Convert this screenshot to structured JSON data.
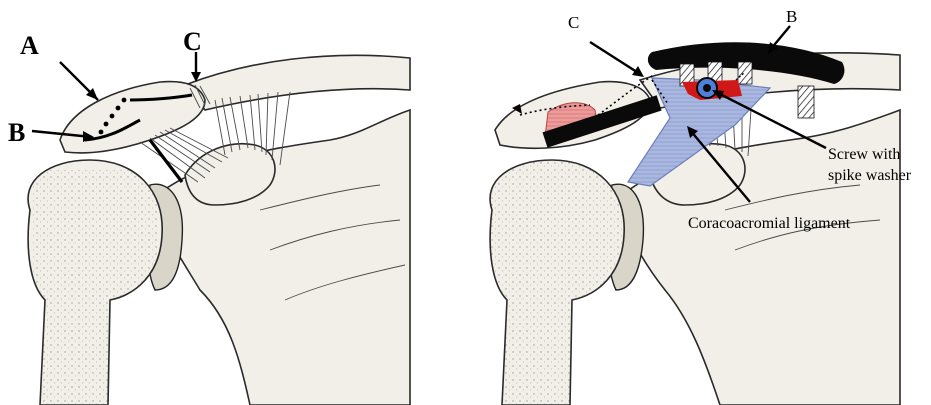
{
  "left_panel": {
    "label_a": "A",
    "label_b": "B",
    "label_c": "C"
  },
  "right_panel": {
    "label_c": "C",
    "label_b": "B",
    "screw_label_line1": "Screw with",
    "screw_label_line2": "spike washer",
    "ligament_label": "Coracoacromial ligament"
  },
  "colors": {
    "ligament_fill": "#aab8e0",
    "graft_fill": "#e69a9a",
    "washer_red": "#d01818",
    "screw_blue": "#4f7fd6",
    "plate_black": "#0a0a0a"
  }
}
